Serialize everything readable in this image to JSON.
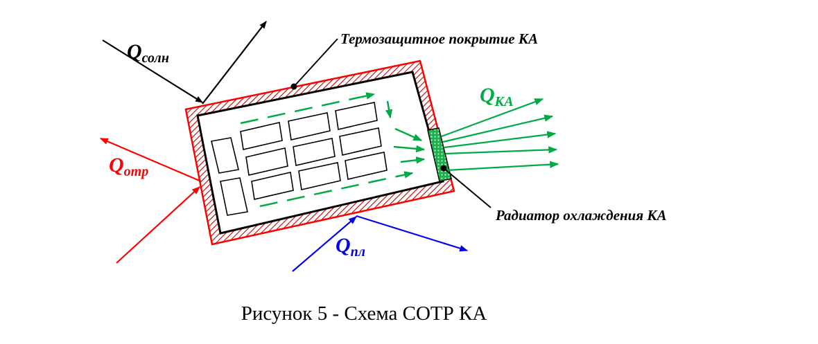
{
  "labels": {
    "coating": "Термозащитное  покрытие  КА",
    "radiator": "Радиатор охлаждения КА",
    "q_sun_main": "Q",
    "q_sun_sub": "солн",
    "q_otr_main": "Q",
    "q_otr_sub": "отр",
    "q_ka_main": "Q",
    "q_ka_sub": "КА",
    "q_pl_main": "Q",
    "q_pl_sub": "пл"
  },
  "caption": "Рисунок 5 - Схема СОТР КА",
  "colors": {
    "coating": "#ff0000",
    "flow": "#00aa44",
    "planet": "#0000ee",
    "outline": "#000000"
  },
  "icons": {
    "coating_pattern": "red-hatch-pattern",
    "radiator_pattern": "green-dotted-pattern"
  }
}
